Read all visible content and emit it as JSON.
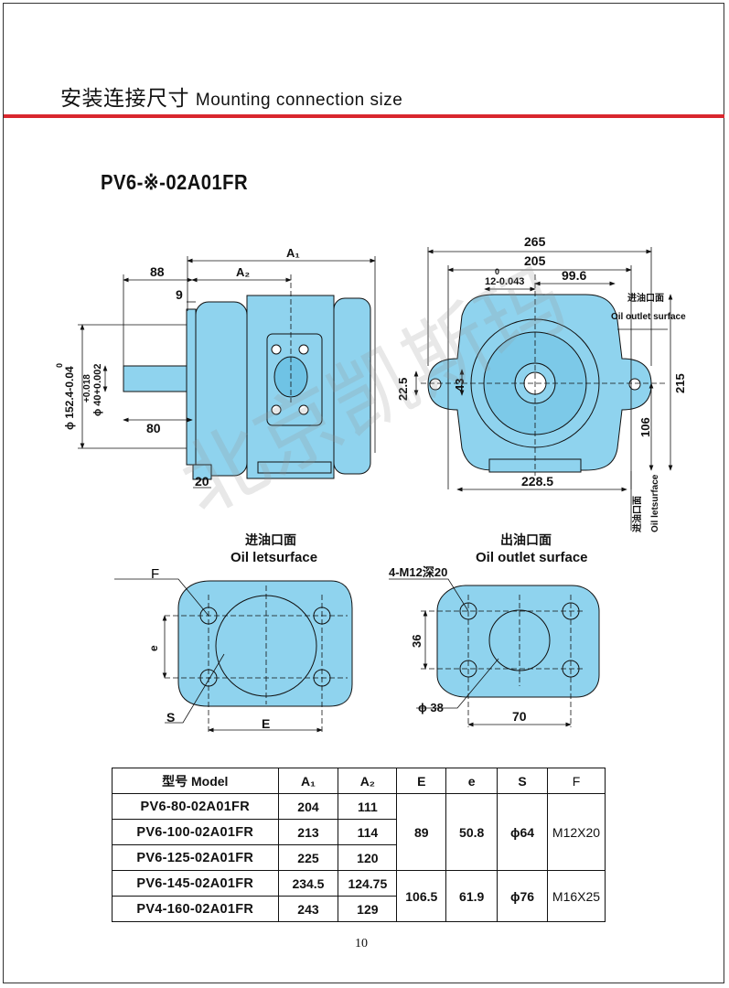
{
  "header": {
    "title_cn": "安装连接尺寸",
    "title_en": "Mounting connection size"
  },
  "model_title": "PV6-※-02A01FR",
  "watermark": "北京凯斯玛",
  "side_view": {
    "dims": {
      "a1": "A₁",
      "a2": "A₂",
      "d88": "88",
      "d9": "9",
      "d80": "80",
      "d20": "20",
      "phi152": "ϕ 152.4-0.04",
      "phi152_top": "0",
      "phi40": "ϕ 40+0.002",
      "phi40_top": "+0.018"
    }
  },
  "front_view": {
    "dims": {
      "d265": "265",
      "d205": "205",
      "d12": "12-0.043",
      "d12_top": "0",
      "d99": "99.6",
      "d22": "22.5",
      "d43": "43",
      "d215": "215",
      "d106": "106",
      "d228": "228.5",
      "inlet_cn": "进油口面",
      "outlet_label": "Oil outlet surface",
      "inlet_vertical": "Oil letsurface"
    }
  },
  "inlet_face": {
    "title_cn": "进油口面",
    "title_en": "Oil letsurface",
    "F": "F",
    "e": "e",
    "S": "S",
    "E": "E"
  },
  "outlet_face": {
    "title_cn": "出油口面",
    "title_en": "Oil outlet surface",
    "holes": "4-M12深20",
    "d36": "36",
    "d38": "ϕ 38",
    "d70": "70"
  },
  "table": {
    "headers": [
      "型号 Model",
      "A₁",
      "A₂",
      "E",
      "e",
      "S",
      "F"
    ],
    "rows": [
      {
        "model": "PV6-80-02A01FR",
        "a1": "204",
        "a2": "111"
      },
      {
        "model": "PV6-100-02A01FR",
        "a1": "213",
        "a2": "114"
      },
      {
        "model": "PV6-125-02A01FR",
        "a1": "225",
        "a2": "120"
      },
      {
        "model": "PV6-145-02A01FR",
        "a1": "234.5",
        "a2": "124.75"
      },
      {
        "model": "PV4-160-02A01FR",
        "a1": "243",
        "a2": "129"
      }
    ],
    "group1": {
      "E": "89",
      "e": "50.8",
      "S": "ϕ64",
      "F": "M12X20"
    },
    "group2": {
      "E": "106.5",
      "e": "61.9",
      "S": "ϕ76",
      "F": "M16X25"
    }
  },
  "page_number": "10",
  "colors": {
    "accent_rule": "#d9272e",
    "part_fill": "#8fd3ee"
  }
}
